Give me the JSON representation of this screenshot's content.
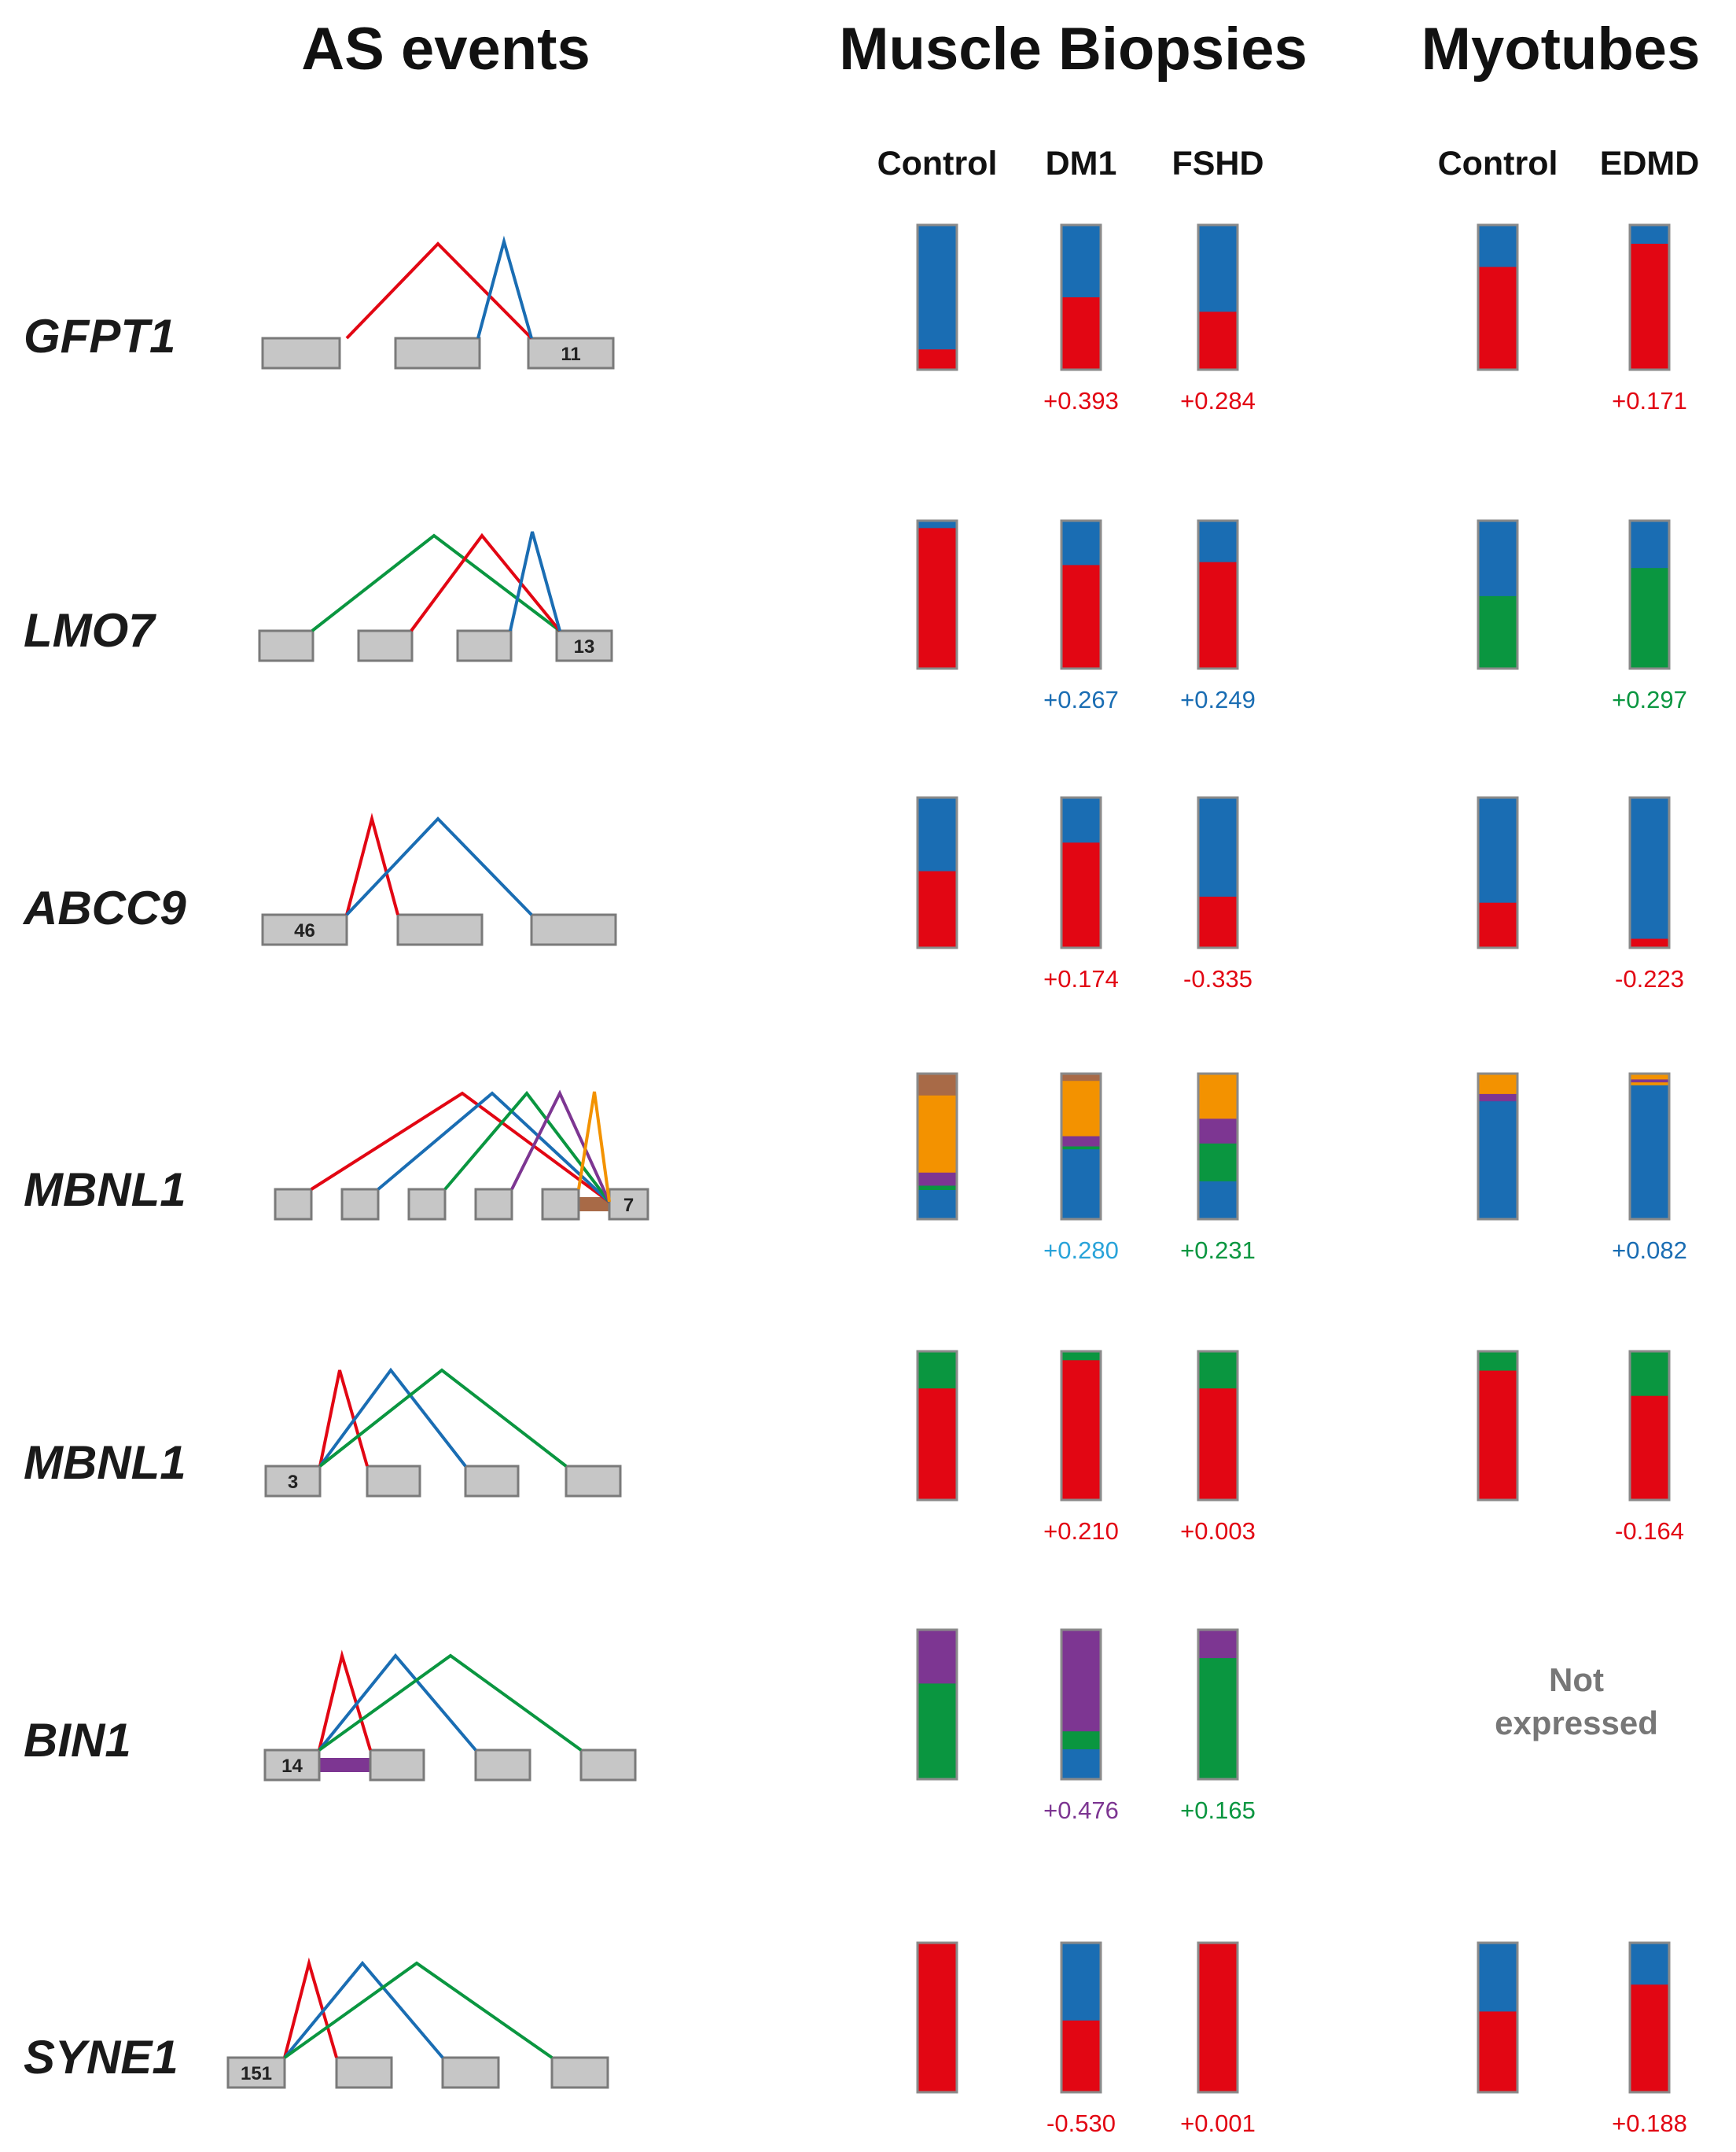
{
  "headers": {
    "as_events": "AS events",
    "muscle_biopsies": "Muscle Biopsies",
    "myotubes": "Myotubes"
  },
  "conditions": [
    "Control",
    "DM1",
    "FSHD",
    "Control",
    "EDMD"
  ],
  "colors": {
    "red": "#e20613",
    "blue": "#1a6db3",
    "green": "#0a9640",
    "orange": "#f39200",
    "purple": "#7d3692",
    "brown": "#a86a47",
    "exon_fill": "#c6c6c6",
    "exon_border": "#7a7a7a",
    "delta_blue_light": "#29a3d9"
  },
  "events": [
    {
      "gene": "GFPT1",
      "exon_labels": [
        "11"
      ],
      "bars": [
        {
          "segments": [
            {
              "color": "blue",
              "fraction": 0.86
            },
            {
              "color": "red",
              "fraction": 0.14
            }
          ]
        },
        {
          "segments": [
            {
              "color": "blue",
              "fraction": 0.5
            },
            {
              "color": "red",
              "fraction": 0.5
            }
          ],
          "delta": "+0.393",
          "delta_color": "red"
        },
        {
          "segments": [
            {
              "color": "blue",
              "fraction": 0.6
            },
            {
              "color": "red",
              "fraction": 0.4
            }
          ],
          "delta": "+0.284",
          "delta_color": "red"
        },
        {
          "segments": [
            {
              "color": "blue",
              "fraction": 0.29
            },
            {
              "color": "red",
              "fraction": 0.71
            }
          ]
        },
        {
          "segments": [
            {
              "color": "blue",
              "fraction": 0.13
            },
            {
              "color": "red",
              "fraction": 0.87
            }
          ],
          "delta": "+0.171",
          "delta_color": "red"
        }
      ]
    },
    {
      "gene": "LMO7",
      "exon_labels": [
        "13"
      ],
      "bars": [
        {
          "segments": [
            {
              "color": "blue",
              "fraction": 0.05
            },
            {
              "color": "red",
              "fraction": 0.95
            }
          ]
        },
        {
          "segments": [
            {
              "color": "blue",
              "fraction": 0.3
            },
            {
              "color": "red",
              "fraction": 0.7
            }
          ],
          "delta": "+0.267",
          "delta_color": "blue"
        },
        {
          "segments": [
            {
              "color": "blue",
              "fraction": 0.28
            },
            {
              "color": "red",
              "fraction": 0.72
            }
          ],
          "delta": "+0.249",
          "delta_color": "blue"
        },
        {
          "segments": [
            {
              "color": "blue",
              "fraction": 0.51
            },
            {
              "color": "green",
              "fraction": 0.49
            }
          ]
        },
        {
          "segments": [
            {
              "color": "blue",
              "fraction": 0.32
            },
            {
              "color": "green",
              "fraction": 0.68
            }
          ],
          "delta": "+0.297",
          "delta_color": "green"
        }
      ]
    },
    {
      "gene": "ABCC9",
      "exon_labels": [
        "46"
      ],
      "bars": [
        {
          "segments": [
            {
              "color": "blue",
              "fraction": 0.49
            },
            {
              "color": "red",
              "fraction": 0.51
            }
          ]
        },
        {
          "segments": [
            {
              "color": "blue",
              "fraction": 0.3
            },
            {
              "color": "red",
              "fraction": 0.7
            }
          ],
          "delta": "+0.174",
          "delta_color": "red"
        },
        {
          "segments": [
            {
              "color": "blue",
              "fraction": 0.66
            },
            {
              "color": "red",
              "fraction": 0.34
            }
          ],
          "delta": "-0.335",
          "delta_color": "red"
        },
        {
          "segments": [
            {
              "color": "blue",
              "fraction": 0.7
            },
            {
              "color": "red",
              "fraction": 0.3
            }
          ]
        },
        {
          "segments": [
            {
              "color": "blue",
              "fraction": 0.94
            },
            {
              "color": "red",
              "fraction": 0.06
            }
          ],
          "delta": "-0.223",
          "delta_color": "red"
        }
      ]
    },
    {
      "gene": "MBNL1",
      "exon_labels": [
        "7"
      ],
      "bars": [
        {
          "segments": [
            {
              "color": "brown",
              "fraction": 0.15
            },
            {
              "color": "orange",
              "fraction": 0.53
            },
            {
              "color": "purple",
              "fraction": 0.09
            },
            {
              "color": "green",
              "fraction": 0.03
            },
            {
              "color": "blue",
              "fraction": 0.2
            }
          ]
        },
        {
          "segments": [
            {
              "color": "brown",
              "fraction": 0.05
            },
            {
              "color": "orange",
              "fraction": 0.38
            },
            {
              "color": "purple",
              "fraction": 0.07
            },
            {
              "color": "green",
              "fraction": 0.02
            },
            {
              "color": "blue",
              "fraction": 0.48
            }
          ],
          "delta": "+0.280",
          "delta_color": "blue_light"
        },
        {
          "segments": [
            {
              "color": "orange",
              "fraction": 0.31
            },
            {
              "color": "purple",
              "fraction": 0.17
            },
            {
              "color": "green",
              "fraction": 0.26
            },
            {
              "color": "blue",
              "fraction": 0.26
            }
          ],
          "delta": "+0.231",
          "delta_color": "green"
        },
        {
          "segments": [
            {
              "color": "orange",
              "fraction": 0.14
            },
            {
              "color": "purple",
              "fraction": 0.05
            },
            {
              "color": "blue",
              "fraction": 0.81
            }
          ]
        },
        {
          "segments": [
            {
              "color": "orange",
              "fraction": 0.04
            },
            {
              "color": "purple",
              "fraction": 0.02
            },
            {
              "color": "orange",
              "fraction": 0.02
            },
            {
              "color": "blue",
              "fraction": 0.92
            }
          ],
          "delta": "+0.082",
          "delta_color": "blue"
        }
      ]
    },
    {
      "gene": "MBNL1",
      "exon_labels": [
        "3"
      ],
      "bars": [
        {
          "segments": [
            {
              "color": "green",
              "fraction": 0.25
            },
            {
              "color": "red",
              "fraction": 0.75
            }
          ]
        },
        {
          "segments": [
            {
              "color": "green",
              "fraction": 0.06
            },
            {
              "color": "red",
              "fraction": 0.94
            }
          ],
          "delta": "+0.210",
          "delta_color": "red"
        },
        {
          "segments": [
            {
              "color": "green",
              "fraction": 0.25
            },
            {
              "color": "red",
              "fraction": 0.75
            }
          ],
          "delta": "+0.003",
          "delta_color": "red"
        },
        {
          "segments": [
            {
              "color": "green",
              "fraction": 0.13
            },
            {
              "color": "red",
              "fraction": 0.87
            }
          ]
        },
        {
          "segments": [
            {
              "color": "green",
              "fraction": 0.3
            },
            {
              "color": "red",
              "fraction": 0.7
            }
          ],
          "delta": "-0.164",
          "delta_color": "red"
        }
      ]
    },
    {
      "gene": "BIN1",
      "exon_labels": [
        "14"
      ],
      "bars": [
        {
          "segments": [
            {
              "color": "purple",
              "fraction": 0.36
            },
            {
              "color": "green",
              "fraction": 0.64
            }
          ]
        },
        {
          "segments": [
            {
              "color": "purple",
              "fraction": 0.68
            },
            {
              "color": "green",
              "fraction": 0.12
            },
            {
              "color": "blue",
              "fraction": 0.2
            }
          ],
          "delta": "+0.476",
          "delta_color": "purple"
        },
        {
          "segments": [
            {
              "color": "purple",
              "fraction": 0.19
            },
            {
              "color": "green",
              "fraction": 0.81
            }
          ],
          "delta": "+0.165",
          "delta_color": "green"
        }
      ],
      "note": [
        "Not",
        "expressed"
      ]
    },
    {
      "gene": "SYNE1",
      "exon_labels": [
        "151"
      ],
      "bars": [
        {
          "segments": [
            {
              "color": "red",
              "fraction": 1.0
            }
          ]
        },
        {
          "segments": [
            {
              "color": "blue",
              "fraction": 0.52
            },
            {
              "color": "red",
              "fraction": 0.48
            }
          ],
          "delta": "-0.530",
          "delta_color": "red"
        },
        {
          "segments": [
            {
              "color": "red",
              "fraction": 1.0
            }
          ],
          "delta": "+0.001",
          "delta_color": "red"
        },
        {
          "segments": [
            {
              "color": "blue",
              "fraction": 0.46
            },
            {
              "color": "red",
              "fraction": 0.54
            }
          ]
        },
        {
          "segments": [
            {
              "color": "blue",
              "fraction": 0.28
            },
            {
              "color": "red",
              "fraction": 0.72
            }
          ],
          "delta": "+0.188",
          "delta_color": "red"
        }
      ]
    }
  ]
}
